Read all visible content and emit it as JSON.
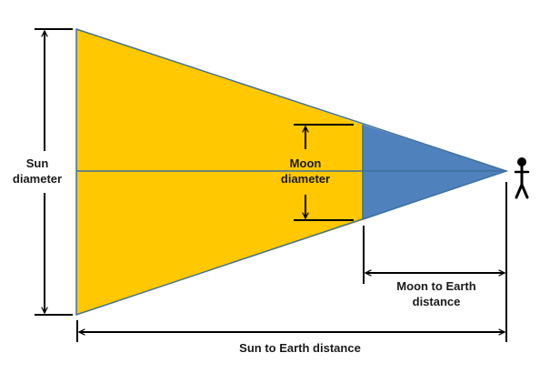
{
  "diagram": {
    "type": "geometry-similar-triangles",
    "colors": {
      "sun_region": "#FFC800",
      "moon_region": "#4F81BD",
      "outline": "#41719C",
      "arrows": "#000000",
      "background": "#FFFFFF"
    },
    "labels": {
      "sun_diameter_line1": "Sun",
      "sun_diameter_line2": "diameter",
      "moon_diameter_line1": "Moon",
      "moon_diameter_line2": "diameter",
      "moon_to_earth_line1": "Moon to Earth",
      "moon_to_earth_line2": "distance",
      "sun_to_earth": "Sun to Earth distance"
    },
    "elements": [
      {
        "id": "sun-triangle",
        "label": "Sun diameter base",
        "color": "#FFC800"
      },
      {
        "id": "moon-triangle",
        "label": "Moon diameter base",
        "color": "#4F81BD"
      },
      {
        "id": "observer",
        "label": "stick figure observer on Earth"
      }
    ]
  }
}
